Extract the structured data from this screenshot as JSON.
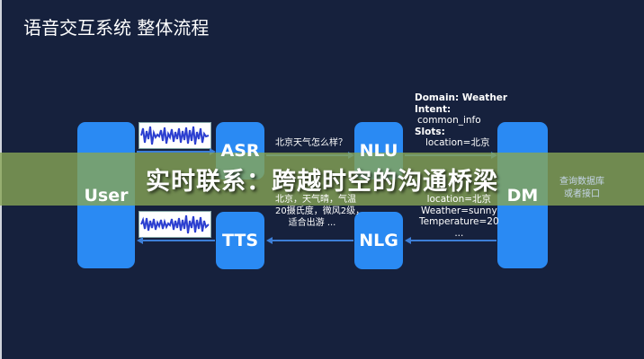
{
  "title": "语音交互系统 整体流程",
  "banner": "实时联系：跨越时空的沟通桥梁",
  "nodes": {
    "user": "User",
    "asr": "ASR",
    "tts": "TTS",
    "nlu": "NLU",
    "nlg": "NLG",
    "dm": "DM"
  },
  "asr_to_nlu": "北京天气怎么样？",
  "nlg_to_tts": [
    "北京，天气晴，气温",
    "20摄氏度，微风2级，",
    "适合出游 ..."
  ],
  "nlu_to_dm": [
    "Domain: Weather",
    "Intent:",
    "common_info",
    "Slots:",
    "location=北京"
  ],
  "dm_to_nlg": [
    "location=北京",
    "Weather=sunny",
    "Temperature=20",
    "..."
  ],
  "dm_side": [
    "查询数据库",
    "或者接口"
  ],
  "colors": {
    "background": "#16213d",
    "node": "#2a8af3",
    "arrow": "#3d7fd8",
    "banner": "#87a555"
  }
}
